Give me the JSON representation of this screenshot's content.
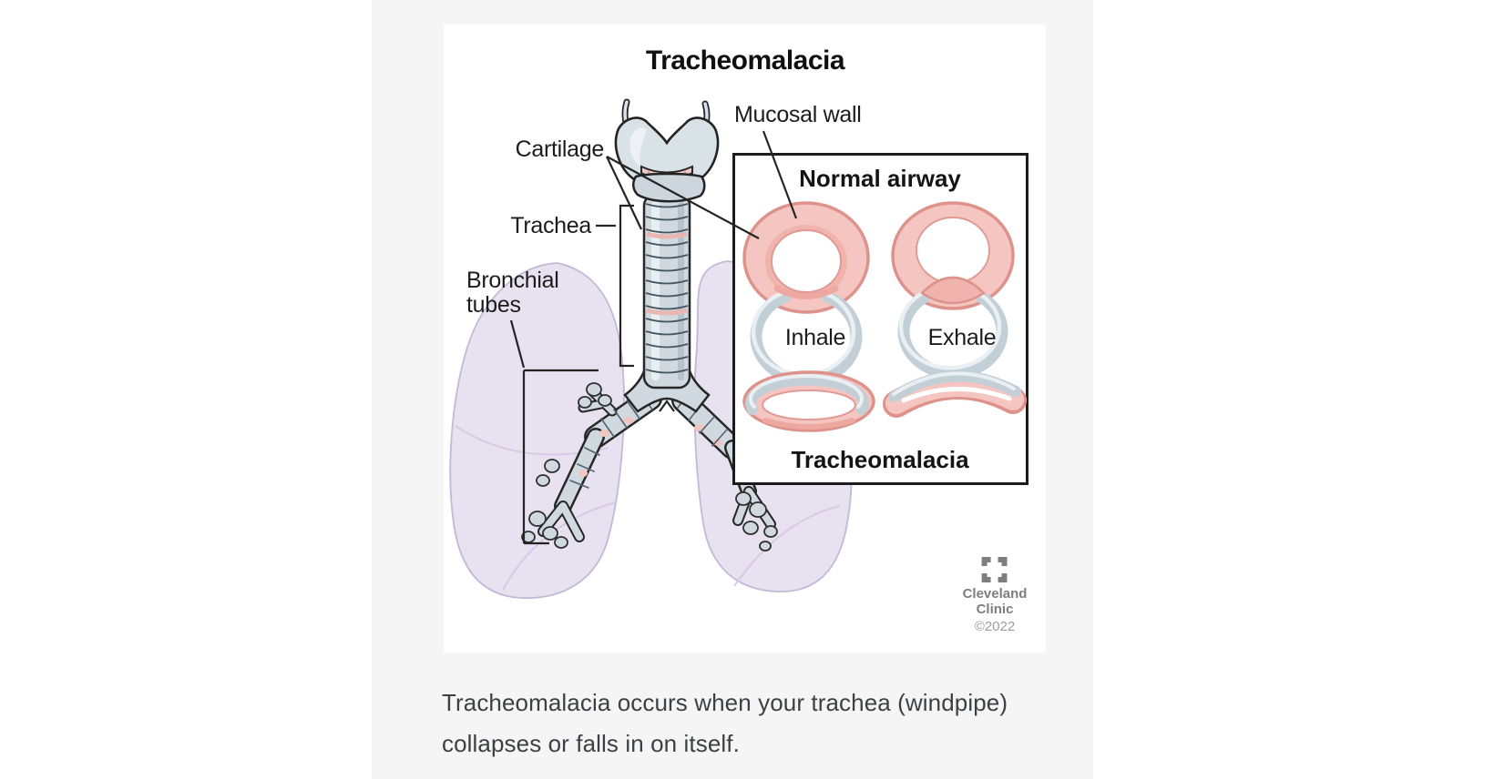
{
  "figure": {
    "title": "Tracheomalacia",
    "labels": {
      "cartilage": "Cartilage",
      "mucosal_wall": "Mucosal wall",
      "trachea": "Trachea",
      "bronchial_line1": "Bronchial",
      "bronchial_line2": "tubes"
    },
    "inset": {
      "title": "Normal airway",
      "inhale": "Inhale",
      "exhale": "Exhale",
      "bottom_title": "Tracheomalacia"
    },
    "credit": {
      "org_line1": "Cleveland",
      "org_line2": "Clinic",
      "year": "©2022",
      "logo_icon": "cleveland-clinic-logo"
    },
    "colors": {
      "page_bg": "#ffffff",
      "panel_bg": "#f5f5f6",
      "card_bg": "#ffffff",
      "ink": "#1c1c1c",
      "caption_text": "#3d3f43",
      "cartilage_blue": "#c3cfd7",
      "cartilage_blue_light": "#e9eff2",
      "mucosa_pink": "#f5c6c1",
      "salmon_edge": "#dd938c",
      "lung_lavender": "#e7e1f0",
      "credit_gray": "#7e7e7e"
    }
  },
  "caption": {
    "line1": "Tracheomalacia occurs when your trachea (windpipe)",
    "line2": "collapses or falls in on itself."
  }
}
